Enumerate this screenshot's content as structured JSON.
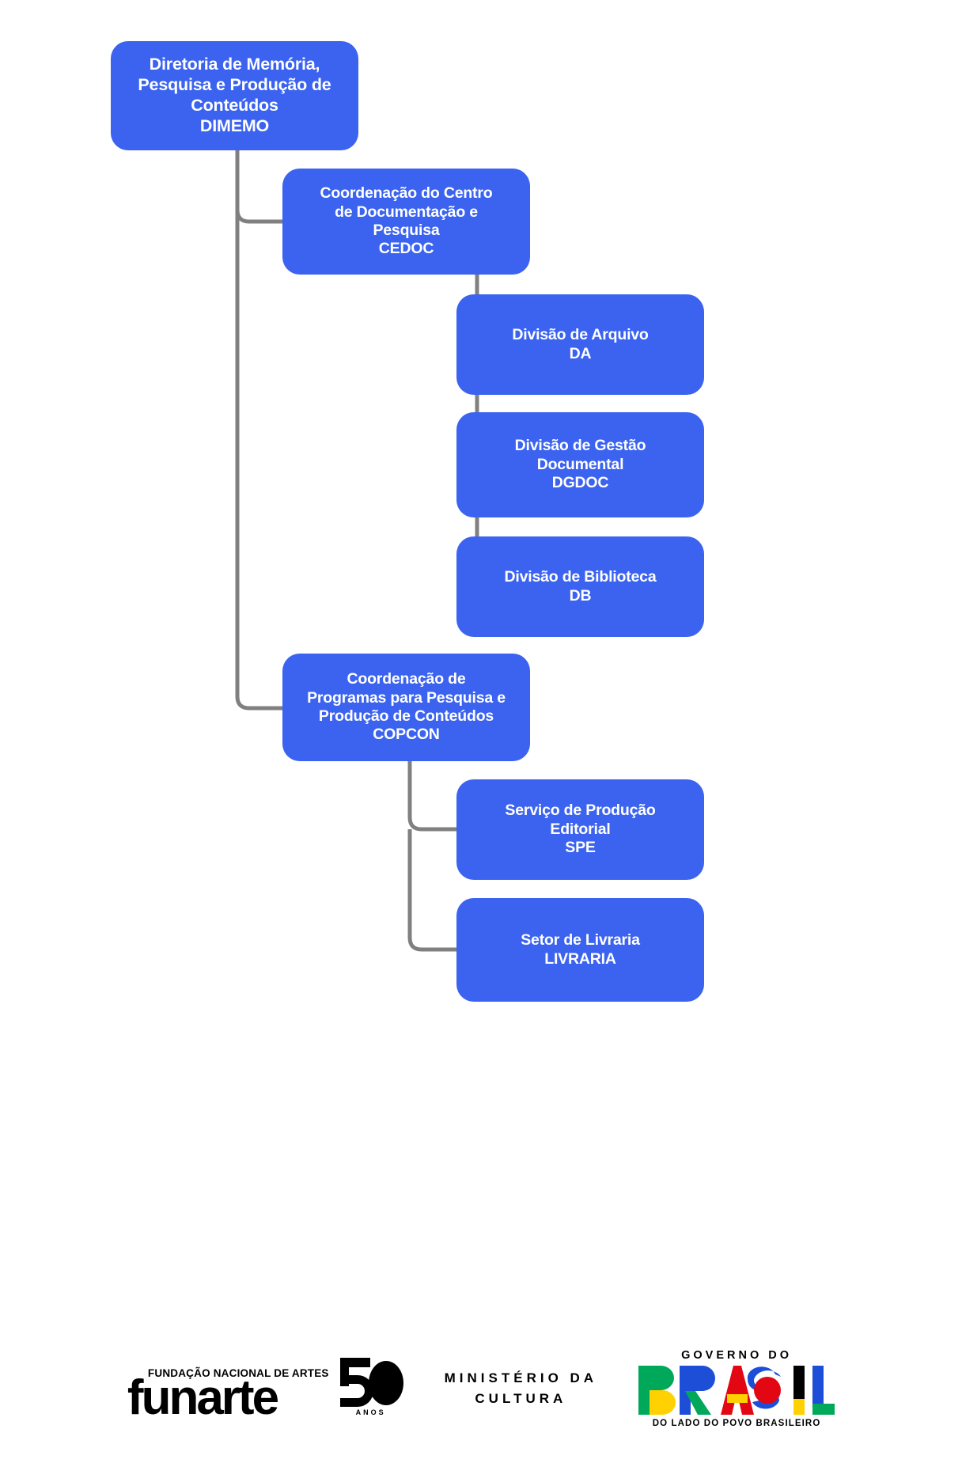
{
  "theme": {
    "node_fill": "#3b63f0",
    "node_text": "#ffffff",
    "connector": "#808080",
    "background": "#ffffff"
  },
  "org_chart": {
    "type": "organizational-hierarchy",
    "nodes": [
      {
        "id": "dimemo",
        "level": 0,
        "name": "Diretoria de Memória, Pesquisa e Produção de Conteúdos",
        "acronym": "DIMEMO",
        "label": "Diretoria de Memória,\nPesquisa e Produção de\nConteúdos\nDIMEMO"
      },
      {
        "id": "cedoc",
        "level": 1,
        "parent": "dimemo",
        "name": "Coordenação do Centro de Documentação e Pesquisa",
        "acronym": "CEDOC",
        "label": "Coordenação do Centro\nde Documentação e\nPesquisa\nCEDOC"
      },
      {
        "id": "da",
        "level": 2,
        "parent": "cedoc",
        "name": "Divisão de Arquivo",
        "acronym": "DA",
        "label": "Divisão de Arquivo\nDA"
      },
      {
        "id": "dgdoc",
        "level": 2,
        "parent": "cedoc",
        "name": "Divisão de Gestão Documental",
        "acronym": "DGDOC",
        "label": "Divisão de Gestão\nDocumental\nDGDOC"
      },
      {
        "id": "db",
        "level": 2,
        "parent": "cedoc",
        "name": "Divisão de Biblioteca",
        "acronym": "DB",
        "label": "Divisão de Biblioteca\nDB"
      },
      {
        "id": "copcon",
        "level": 1,
        "parent": "dimemo",
        "name": "Coordenação de Programas para Pesquisa e Produção de Conteúdos",
        "acronym": "COPCON",
        "label": "Coordenação de\nProgramas para Pesquisa e\nProdução de Conteúdos\nCOPCON"
      },
      {
        "id": "spe",
        "level": 2,
        "parent": "copcon",
        "name": "Serviço de Produção Editorial",
        "acronym": "SPE",
        "label": "Serviço de Produção\nEditorial\nSPE"
      },
      {
        "id": "livraria",
        "level": 2,
        "parent": "copcon",
        "name": "Setor de Livraria",
        "acronym": "LIVRARIA",
        "label": "Setor de Livraria\nLIVRARIA"
      }
    ]
  },
  "footer": {
    "funarte": {
      "tagline": "FUNDAÇÃO NACIONAL DE ARTES",
      "wordmark": "funarte",
      "anniversary_number": "50",
      "anniversary_word": "ANOS"
    },
    "ministry": {
      "line1": "MINISTÉRIO DA",
      "line2": "CULTURA"
    },
    "government": {
      "top": "GOVERNO DO",
      "wordmark": "BRASIL",
      "bottom": "DO LADO DO POVO BRASILEIRO",
      "colors": {
        "green": "#00a859",
        "yellow": "#ffd100",
        "blue": "#1d4ed8",
        "red": "#e30613",
        "black": "#000000"
      }
    }
  }
}
